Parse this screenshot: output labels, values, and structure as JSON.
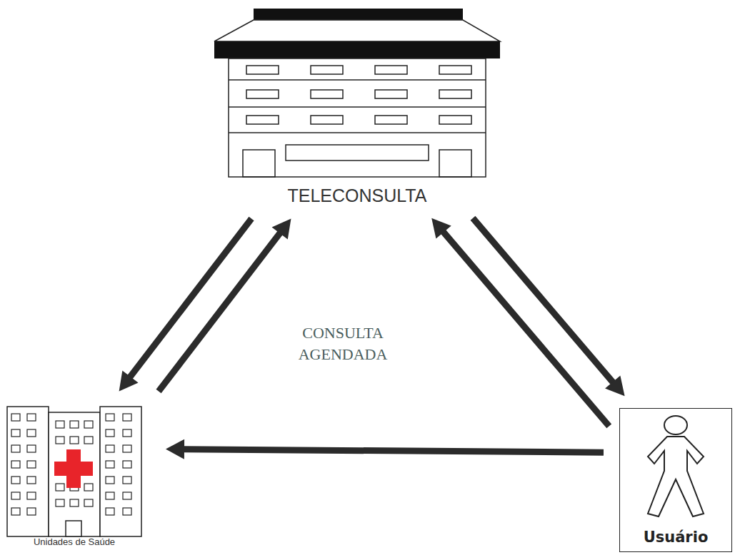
{
  "diagram": {
    "nodes": [
      {
        "text": [
          "TELECONSULTA"
        ]
      },
      {
        "text": [
          "Unidades de Saúde"
        ]
      },
      {
        "text": [
          "Usuário"
        ]
      }
    ],
    "edges": [
      {
        "from": 0,
        "to": 1,
        "arrow": "to"
      },
      {
        "from": 1,
        "to": 0,
        "arrow": "to"
      },
      {
        "from": 0,
        "to": 2,
        "arrow": "to"
      },
      {
        "from": 2,
        "to": 0,
        "arrow": "to"
      },
      {
        "from": 2,
        "to": 1,
        "arrow": "to"
      }
    ],
    "labels": [
      "CONSULTA AGENDADA"
    ]
  }
}
